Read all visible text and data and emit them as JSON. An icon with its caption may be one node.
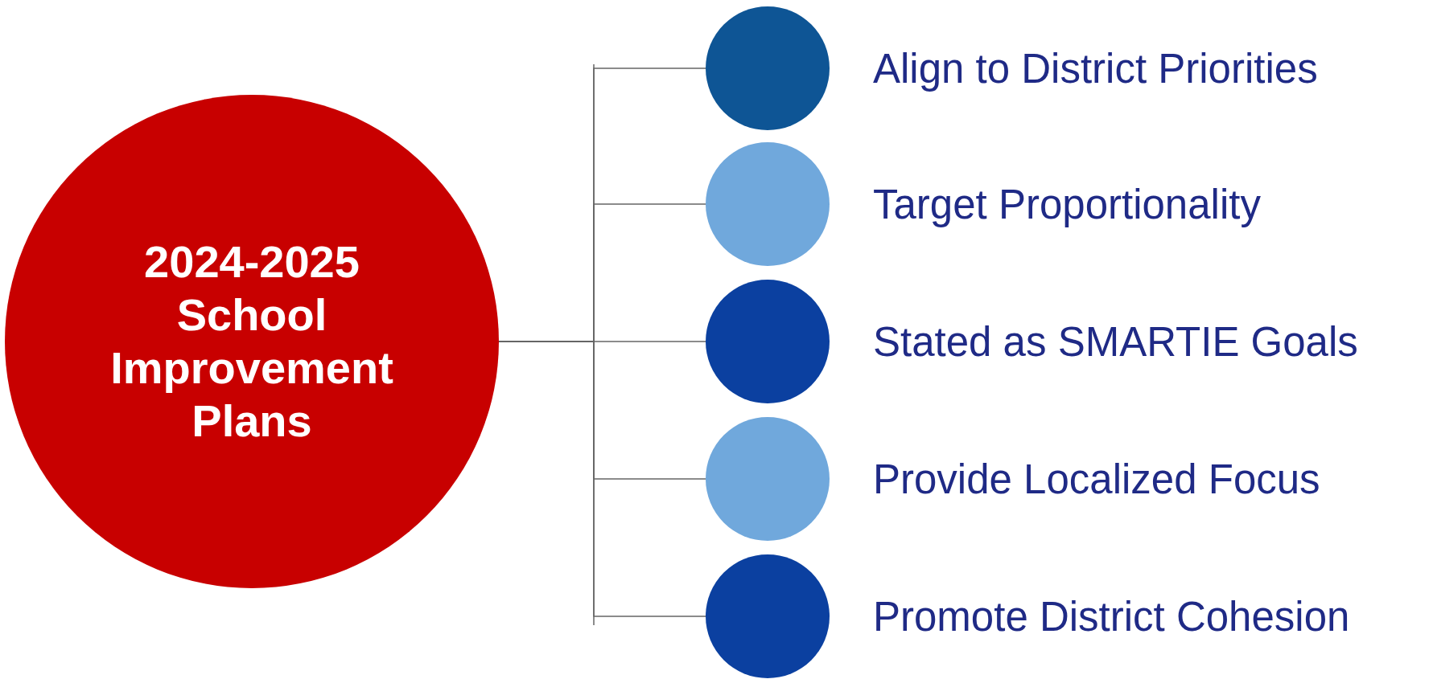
{
  "diagram": {
    "nodes": [
      {
        "text": [
          "2024-2025 School Improvement Plans"
        ]
      },
      {
        "text": [],
        "shape": "circle",
        "beside": [
          "Align to District Priorities"
        ]
      },
      {
        "text": [],
        "shape": "circle",
        "beside": [
          "Target Proportionality"
        ]
      },
      {
        "text": [],
        "shape": "circle",
        "beside": [
          "Stated as SMARTIE Goals"
        ]
      },
      {
        "text": [],
        "shape": "circle",
        "beside": [
          "Provide Localized Focus"
        ]
      },
      {
        "text": [],
        "shape": "circle",
        "beside": [
          "Promote District Cohesion"
        ]
      }
    ],
    "edges": [
      {
        "from": 0,
        "to": 1,
        "arrow": "none"
      },
      {
        "from": 0,
        "to": 2,
        "arrow": "none"
      },
      {
        "from": 0,
        "to": 3,
        "arrow": "none"
      },
      {
        "from": 0,
        "to": 4,
        "arrow": "none"
      },
      {
        "from": 0,
        "to": 5,
        "arrow": "none"
      }
    ]
  }
}
